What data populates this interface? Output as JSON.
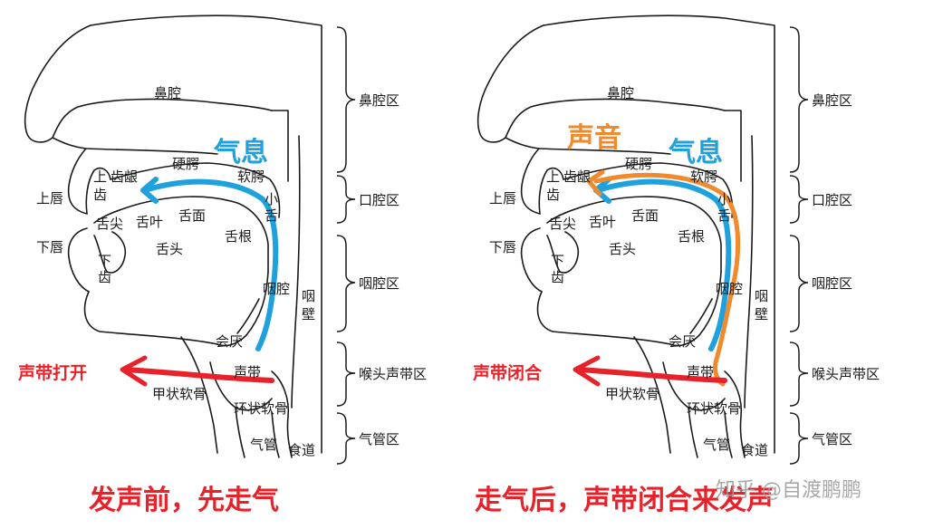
{
  "colors": {
    "accent_red": "#e8222a",
    "breath_blue": "#1ea1dd",
    "sound_orange": "#f08a2c",
    "outline": "#1a1a1a",
    "watermark": "#9a9a9a"
  },
  "anatomy_labels": {
    "nasal_cavity": "鼻腔",
    "upper_tooth_1": "上",
    "upper_tooth_2": "齿",
    "gum": "齿龈",
    "hard_palate": "硬腭",
    "soft_palate": "软腭",
    "uvula_1": "小",
    "uvula_2": "舌",
    "upper_lip": "上唇",
    "lower_lip": "下唇",
    "tongue_tip": "舌尖",
    "tongue_blade": "舌叶",
    "tongue_surface": "舌面",
    "tongue_body": "舌头",
    "tongue_root": "舌根",
    "lower_tooth_1": "下",
    "lower_tooth_2": "齿",
    "pharynx_cavity": "咽腔",
    "pharynx_wall_1": "咽",
    "pharynx_wall_2": "壁",
    "epiglottis": "会厌",
    "vocal_cords": "声带",
    "thyroid_cartilage": "甲状软骨",
    "cricoid_cartilage": "环状软骨",
    "trachea": "气管",
    "esophagus": "食道"
  },
  "regions": [
    "鼻腔区",
    "口腔区",
    "咽腔区",
    "喉头声带区",
    "气管区"
  ],
  "panels": [
    {
      "breath_label": "气息",
      "vocal_cord_label": "声带打开",
      "caption": "发声前，先走气"
    },
    {
      "breath_label": "气息",
      "sound_label": "声音",
      "vocal_cord_label": "声带闭合",
      "caption": "走气后，声带闭合来发声"
    }
  ],
  "watermark": "知乎 @自渡鹏鹏"
}
